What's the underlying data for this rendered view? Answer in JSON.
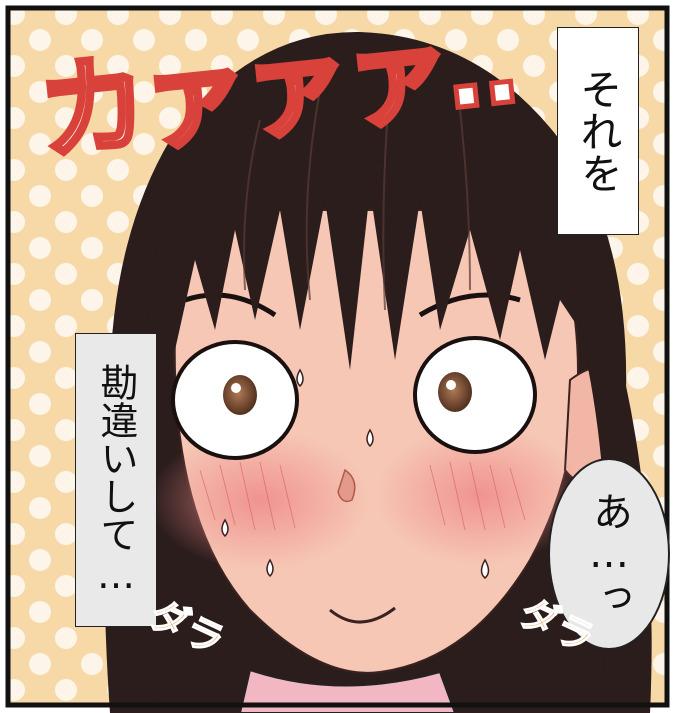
{
  "panel": {
    "sfx_blush": "カァァァ‥",
    "caption_top": "それを",
    "caption_left": "勘違いして…",
    "speech_bubble": "あ…っ",
    "sfx_sweat_left": "ダラ",
    "sfx_sweat_right": "ダラ"
  },
  "colors": {
    "background": "#f7d9a8",
    "hair": "#2b1d1c",
    "skin": "#f6c7b4",
    "blush": "#ee8d8d",
    "sfx_outline": "#d9423a",
    "sfx_fill": "#ffffff",
    "sfx_orange": "#f08a3a"
  }
}
